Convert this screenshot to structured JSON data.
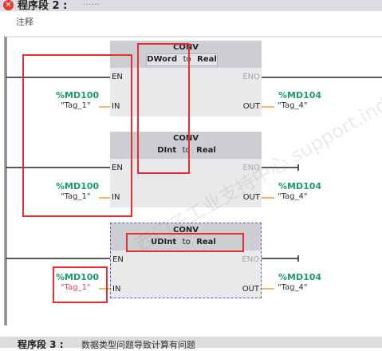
{
  "network": {
    "title": "程序段 2 :",
    "dots": "......",
    "comment": "注释"
  },
  "blocks": [
    {
      "title": "CONV",
      "type_from": "DWord",
      "to": "to",
      "type_to": "Real",
      "en": "EN",
      "eno": "ENO",
      "in": "IN",
      "out": "OUT"
    },
    {
      "title": "CONV",
      "type_from": "DInt",
      "to": "to",
      "type_to": "Real",
      "en": "EN",
      "eno": "ENO",
      "in": "IN",
      "out": "OUT"
    },
    {
      "title": "CONV",
      "type_from": "UDInt",
      "to": "to",
      "type_to": "Real",
      "en": "EN",
      "eno": "ENO",
      "in": "IN",
      "out": "OUT"
    }
  ],
  "operands": {
    "in": [
      {
        "addr": "%MD100",
        "tag": "\"Tag_1\""
      },
      {
        "addr": "%MD100",
        "tag": "\"Tag_1\""
      },
      {
        "addr": "%MD100",
        "tag": "\"Tag_1\""
      }
    ],
    "out": [
      {
        "addr": "%MD104",
        "tag": "\"Tag_4\""
      },
      {
        "addr": "%MD104",
        "tag": "\"Tag_4\""
      },
      {
        "addr": "%MD104",
        "tag": "\"Tag_4\""
      }
    ]
  },
  "watermark": "西门子工业支持中心 support.industry.siemens.com/cs",
  "next_network": {
    "title": "程序段 3 :",
    "desc": "数据类型问题导致计算有问题"
  },
  "colors": {
    "address": "#1a9e6a",
    "highlight": "#e53030",
    "block_header": "#cdced4"
  }
}
